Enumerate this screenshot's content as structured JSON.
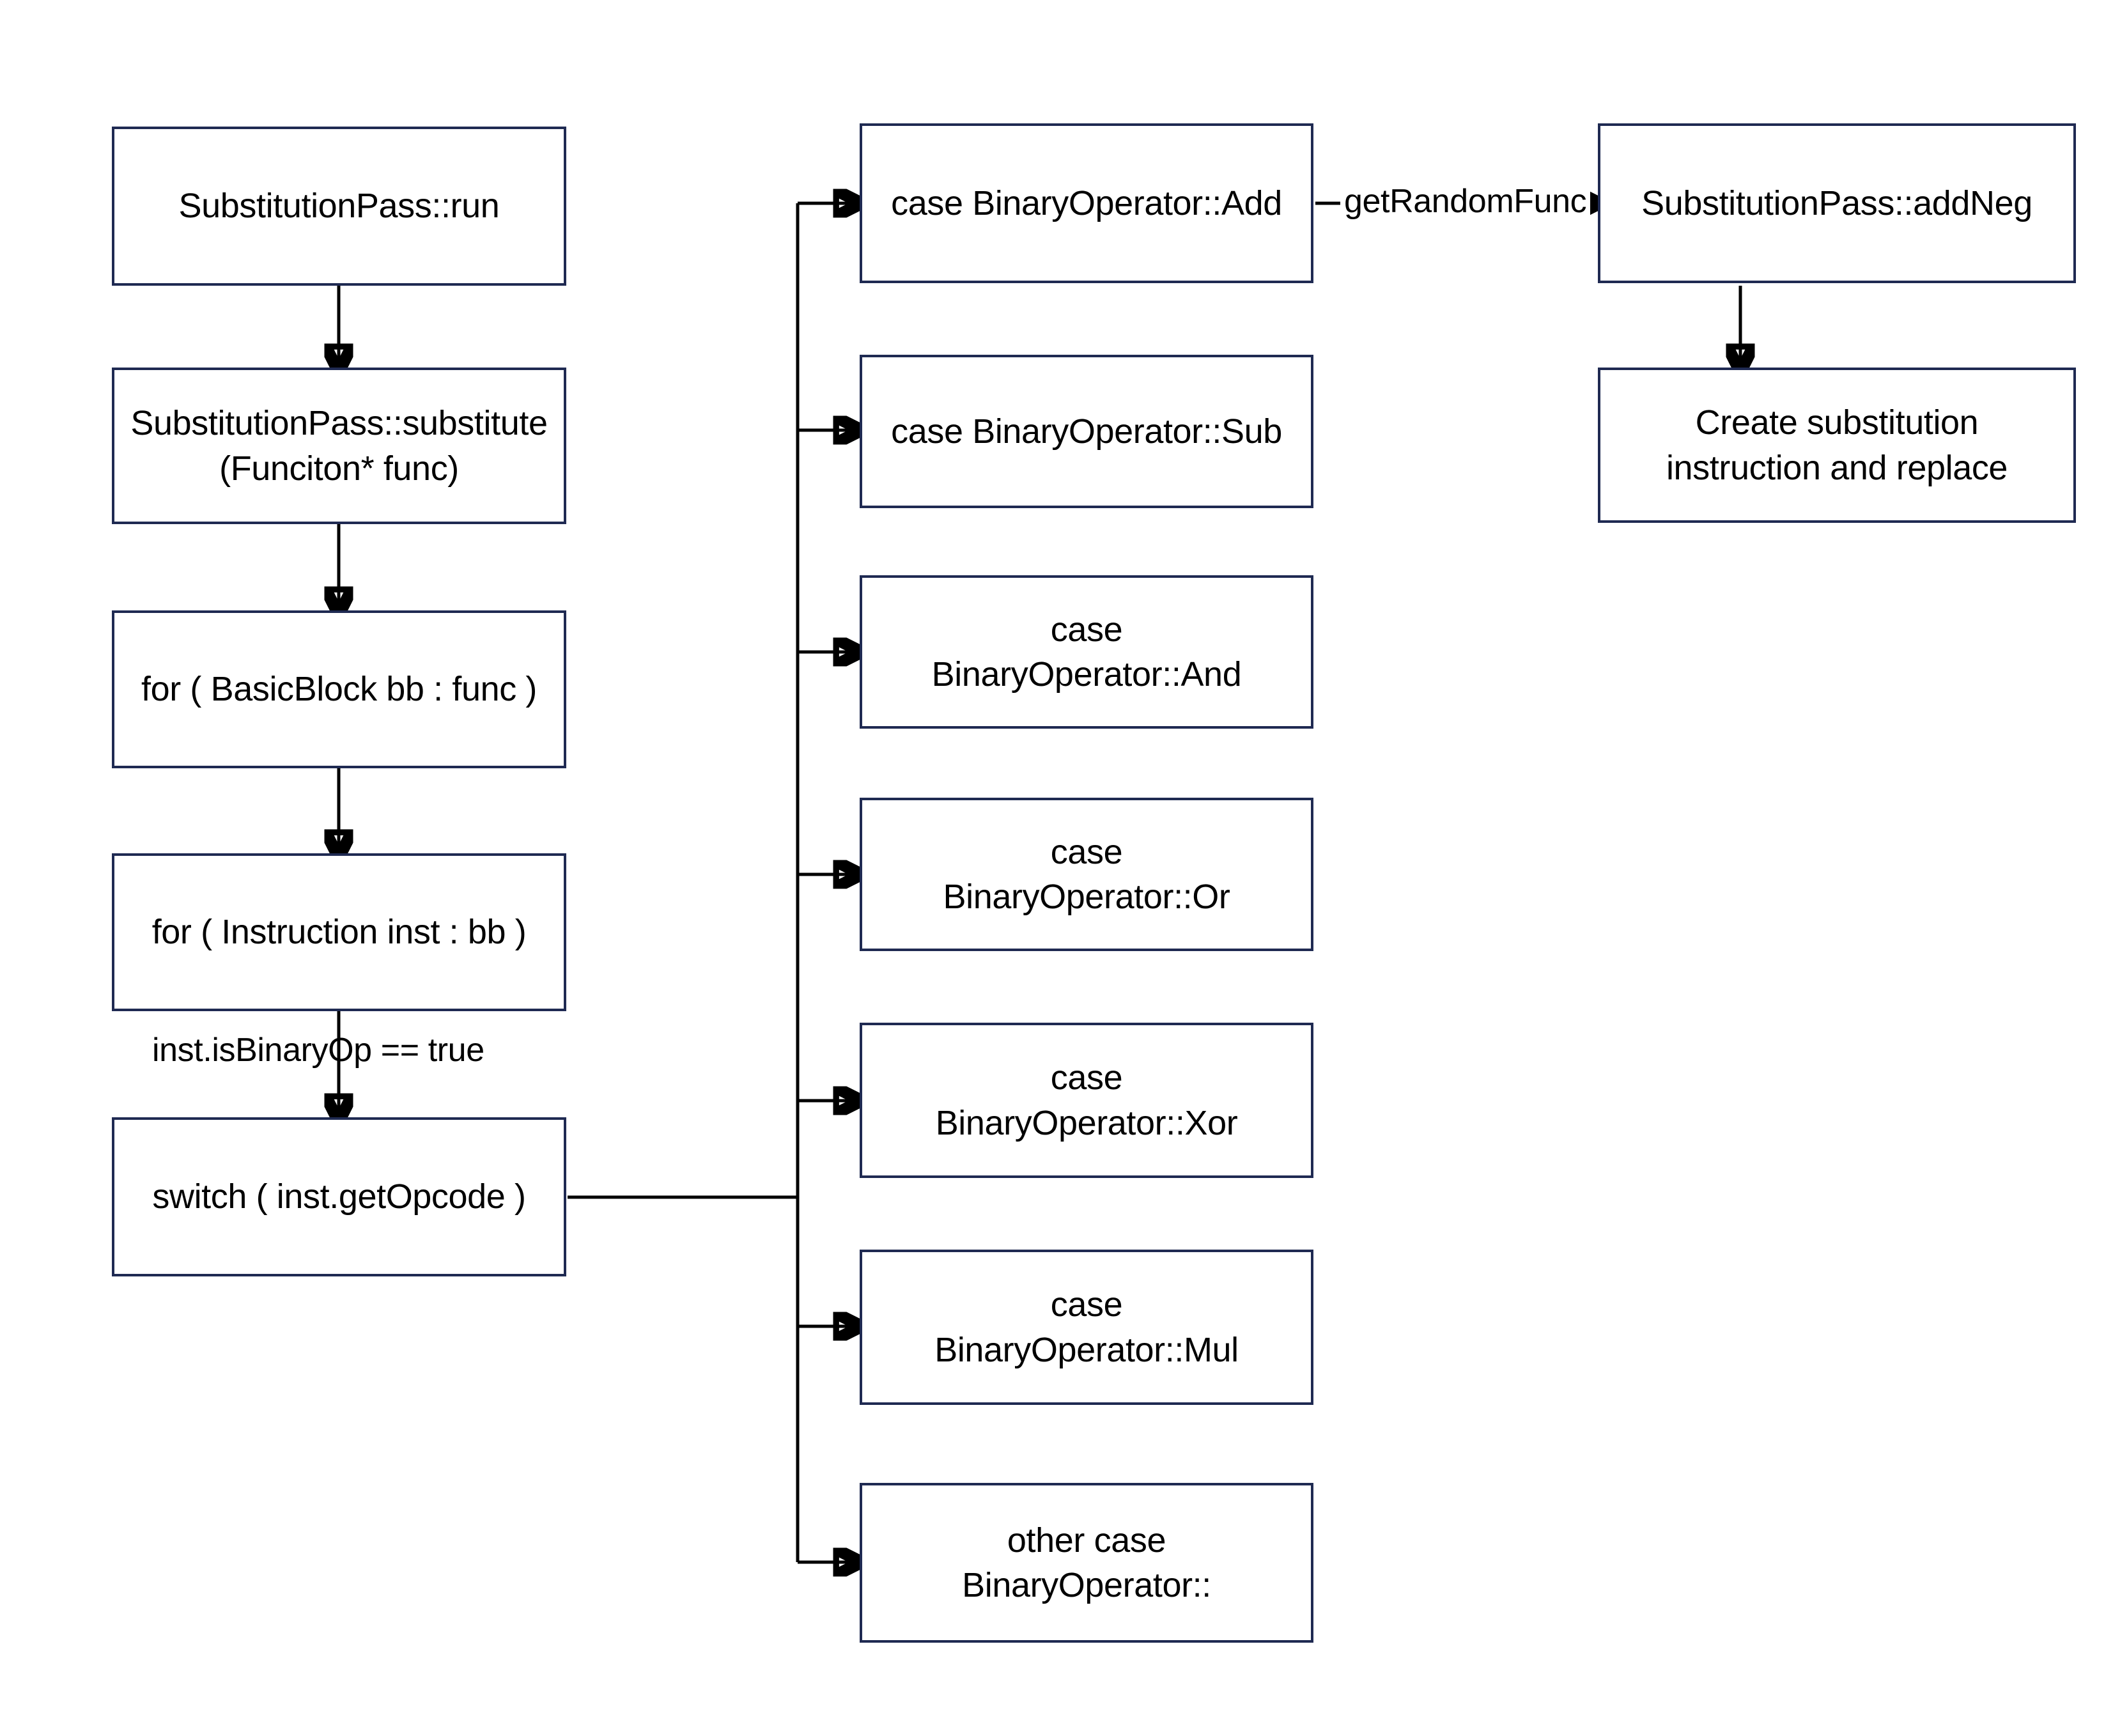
{
  "diagram": {
    "title": "SubstitutionPass control flow",
    "colors": {
      "box_border": "#1f2a52",
      "box_fill": "#ffffff",
      "edge": "#000000",
      "text": "#000000",
      "background": "#ffffff"
    }
  },
  "left_column": {
    "nodes": [
      {
        "id": "run",
        "label": "SubstitutionPass::run"
      },
      {
        "id": "substitute",
        "label": "SubstitutionPass::substitute\n(Funciton* func)"
      },
      {
        "id": "for_bb",
        "label": "for ( BasicBlock bb : func )"
      },
      {
        "id": "for_inst",
        "label": "for ( Instruction inst : bb )"
      },
      {
        "id": "switch",
        "label": "switch ( inst.getOpcode )"
      }
    ]
  },
  "middle_column": {
    "nodes": [
      {
        "id": "case_add",
        "label": "case BinaryOperator::Add"
      },
      {
        "id": "case_sub",
        "label": "case BinaryOperator::Sub"
      },
      {
        "id": "case_and",
        "label": "case\nBinaryOperator::And"
      },
      {
        "id": "case_or",
        "label": "case\nBinaryOperator::Or"
      },
      {
        "id": "case_xor",
        "label": "case\nBinaryOperator::Xor"
      },
      {
        "id": "case_mul",
        "label": "case\nBinaryOperator::Mul"
      },
      {
        "id": "case_other",
        "label": "other case\nBinaryOperator::"
      }
    ]
  },
  "right_column": {
    "nodes": [
      {
        "id": "add_neg",
        "label": "SubstitutionPass::addNeg"
      },
      {
        "id": "create",
        "label": "Create substitution\ninstruction and replace"
      }
    ]
  },
  "edge_labels": {
    "is_binary_op": "inst.isBinaryOp == true",
    "get_random_func": "getRandomFunc"
  }
}
